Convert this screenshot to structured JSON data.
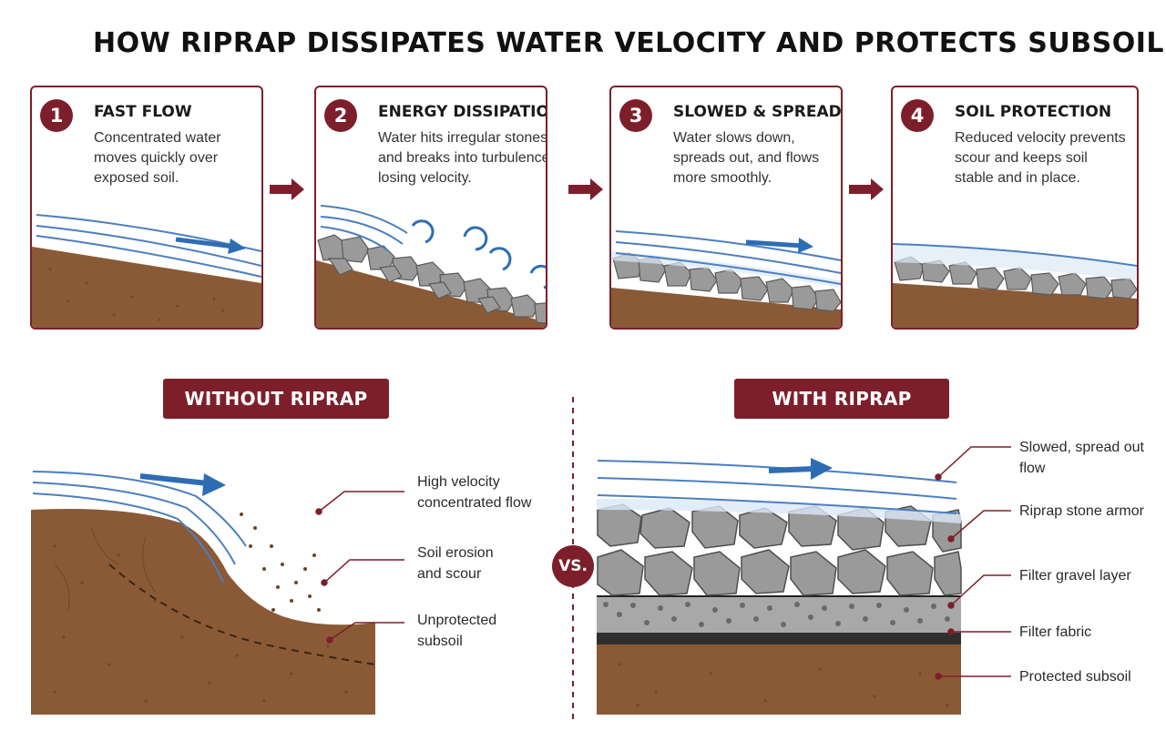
{
  "title": "HOW RIPRAP DISSIPATES WATER VELOCITY AND PROTECTS SUBSOIL",
  "colors": {
    "accent": "#7d1f2b",
    "water": "#2e6db4",
    "soil": "#8a5a36",
    "stone": "#8f8f8f"
  },
  "steps": [
    {
      "number": "1",
      "title": "FAST FLOW",
      "description": "Concentrated water moves quickly over exposed soil."
    },
    {
      "number": "2",
      "title": "ENERGY DISSIPATION",
      "description": "Water hits irregular stones and breaks into turbulence, losing velocity."
    },
    {
      "number": "3",
      "title": "SLOWED & SPREAD",
      "description": "Water slows down, spreads out, and flows more smoothly."
    },
    {
      "number": "4",
      "title": "SOIL PROTECTION",
      "description": "Reduced velocity prevents scour and keeps soil stable and in place."
    }
  ],
  "comparison": {
    "without": {
      "label": "WITHOUT RIPRAP",
      "callouts": [
        "High velocity concentrated flow",
        "Soil erosion and scour",
        "Unprotected subsoil"
      ]
    },
    "vs_label": "VS.",
    "with": {
      "label": "WITH RIPRAP",
      "callouts": [
        "Slowed, spread out flow",
        "Riprap stone armor",
        "Filter gravel layer",
        "Filter fabric",
        "Protected subsoil"
      ]
    }
  }
}
